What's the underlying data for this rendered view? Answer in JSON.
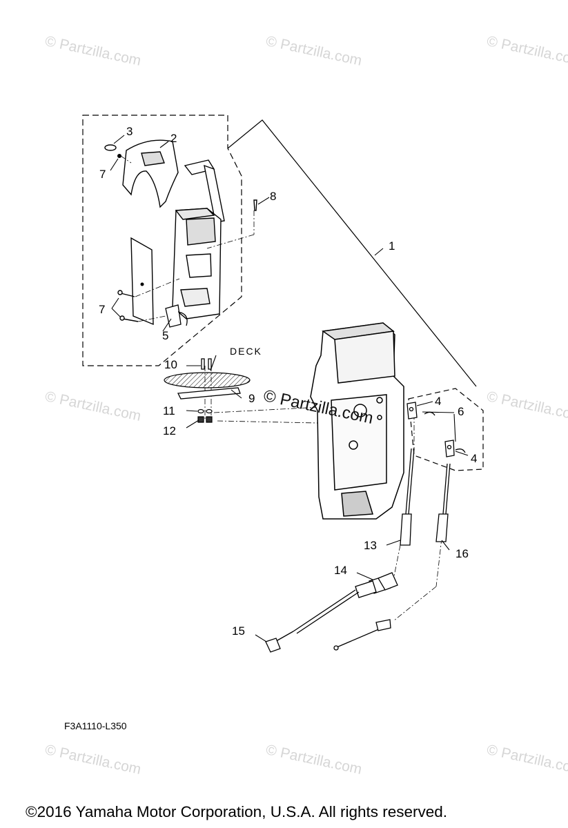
{
  "watermark": "© Partzilla.com",
  "center_watermark": "© Partzilla.com",
  "deck_label": "DECK",
  "diagram_code": "F3A1110-L350",
  "copyright": "©2016  Yamaha Motor Corporation, U.S.A. All rights reserved.",
  "callouts": {
    "c1": "1",
    "c2": "2",
    "c3": "3",
    "c4a": "4",
    "c4b": "4",
    "c5": "5",
    "c6": "6",
    "c7a": "7",
    "c7b": "7",
    "c8": "8",
    "c9": "9",
    "c10": "10",
    "c11": "11",
    "c12": "12",
    "c13": "13",
    "c14": "14",
    "c15": "15",
    "c16": "16"
  }
}
